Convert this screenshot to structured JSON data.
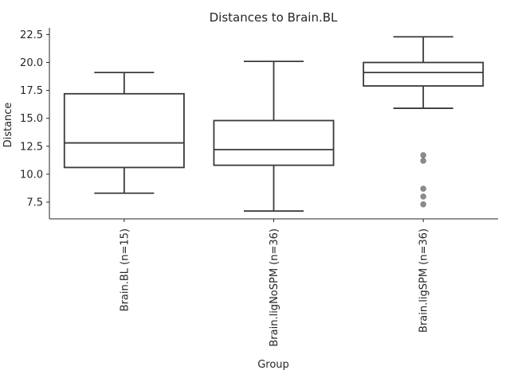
{
  "chart_data": {
    "type": "box",
    "title": "Distances to Brain.BL",
    "xlabel": "Group",
    "ylabel": "Distance",
    "ylim": [
      6.0,
      23.1
    ],
    "yticks": [
      7.5,
      10.0,
      12.5,
      15.0,
      17.5,
      20.0,
      22.5
    ],
    "ytick_labels": [
      "7.5",
      "10.0",
      "12.5",
      "15.0",
      "17.5",
      "20.0",
      "22.5"
    ],
    "grid": false,
    "box_color": "#ffffff",
    "line_color": "#3a3a3a",
    "outlier_color": "#8c8c8c",
    "categories": [
      "Brain.BL (n=15)",
      "Brain.ligNoSPM (n=36)",
      "Brain.ligSPM (n=36)"
    ],
    "boxes": [
      {
        "whisker_low": 8.3,
        "q1": 10.6,
        "median": 12.8,
        "q3": 17.2,
        "whisker_high": 19.1,
        "outliers": []
      },
      {
        "whisker_low": 6.7,
        "q1": 10.8,
        "median": 12.2,
        "q3": 14.8,
        "whisker_high": 20.1,
        "outliers": []
      },
      {
        "whisker_low": 15.9,
        "q1": 17.9,
        "median": 19.1,
        "q3": 20.0,
        "whisker_high": 22.3,
        "outliers": [
          7.3,
          8.0,
          8.7,
          11.2,
          11.7
        ]
      }
    ]
  }
}
